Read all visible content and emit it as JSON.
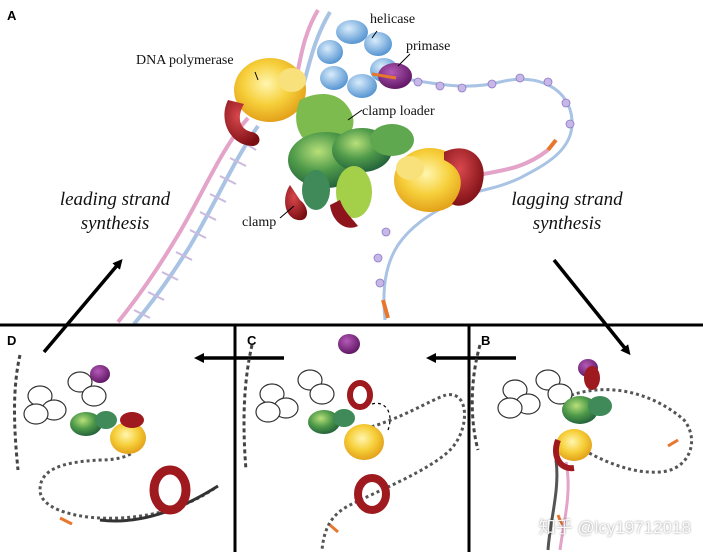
{
  "panels": {
    "a": "A",
    "b": "B",
    "c": "C",
    "d": "D"
  },
  "labels": {
    "helicase": "helicase",
    "primase": "primase",
    "dna_polymerase": "DNA polymerase",
    "clamp_loader": "clamp loader",
    "clamp": "clamp",
    "leading_line1": "leading strand",
    "leading_line2": "synthesis",
    "lagging_line1": "lagging strand",
    "lagging_line2": "synthesis"
  },
  "watermark": "知乎 @lcy19712018",
  "colors": {
    "leading_strand": "#e4a3c8",
    "lagging_strand": "#a9c3e4",
    "polymerase": "#f2c22e",
    "clamp": "#9e1a1f",
    "helicase": "#6aa6d9",
    "primase": "#7a1f7e",
    "clamp_loader": "#4f9a4a",
    "rna_primer": "#e8772e"
  }
}
